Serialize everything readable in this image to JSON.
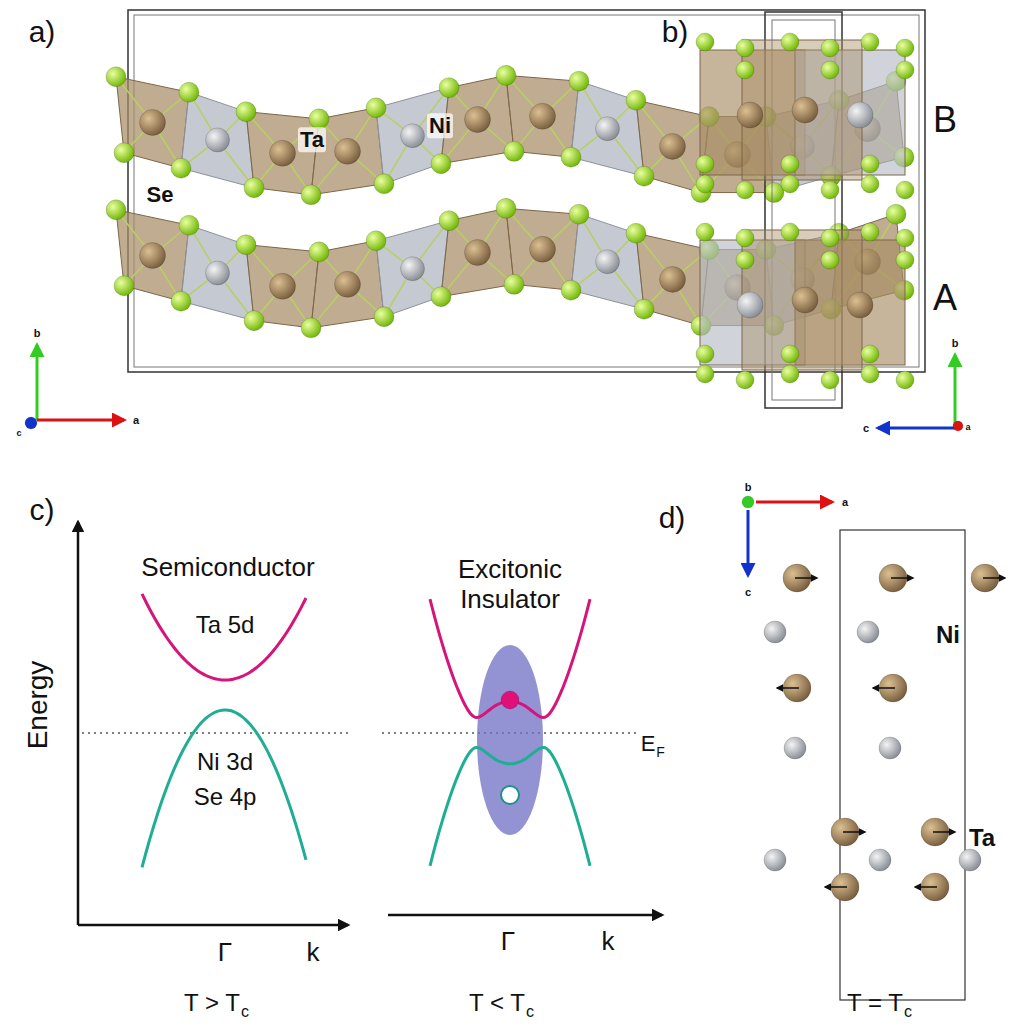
{
  "diagram": {
    "labels": [
      "a)",
      "Ta",
      "Ni",
      "Se",
      "b",
      "c",
      "a",
      "b)",
      "B",
      "A",
      "b",
      "c",
      "a",
      "c)",
      "Semiconductor",
      "Excitonic Insulator",
      "Energy",
      "Ta 5d",
      "Ni 3d",
      "Se 4p",
      "E",
      "F",
      "Γ",
      "k",
      "Γ",
      "k",
      "T > T",
      "c",
      "T < T",
      "c",
      "d)",
      "b",
      "a",
      "c",
      "Ni",
      "Ta",
      "T = T",
      "c"
    ]
  }
}
